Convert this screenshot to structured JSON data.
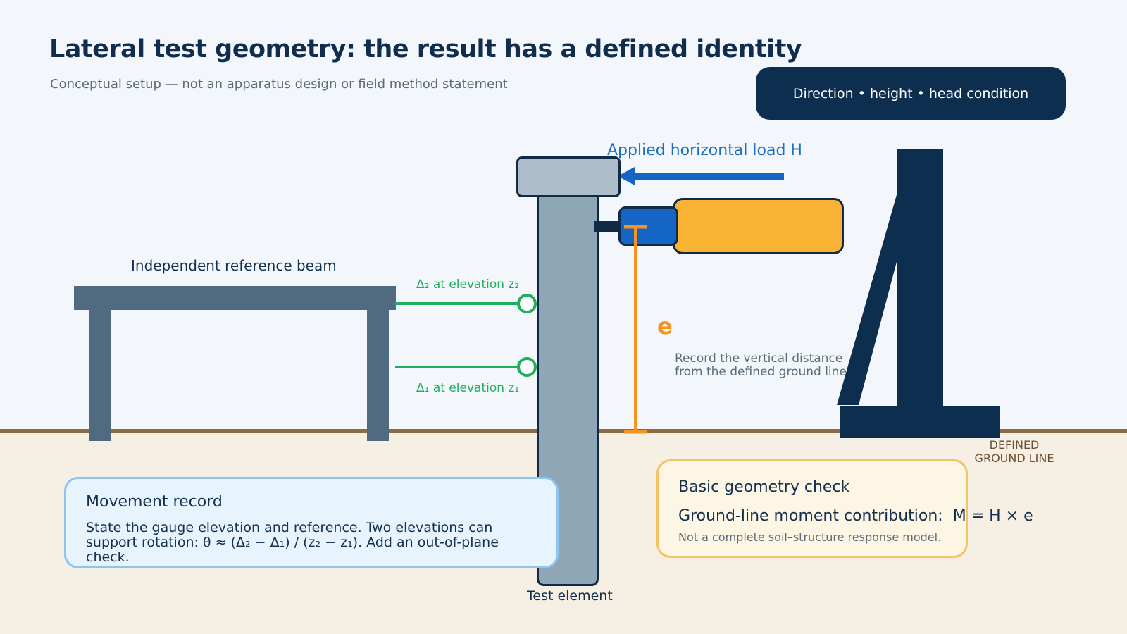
{
  "header": {
    "title": "Lateral test geometry: the result has a defined identity",
    "subtitle": "Conceptual setup — not an apparatus design or field method statement",
    "pill": "Direction • height • head condition"
  },
  "diagram": {
    "reference_beam_label": "Independent reference beam",
    "gauge_upper_label": "Δ₂ at elevation z₂",
    "gauge_lower_label": "Δ₁ at elevation z₁",
    "test_element_label": "Test element",
    "load_label": "Applied horizontal load H",
    "eccentricity_symbol": "e",
    "eccentricity_note": "Record the vertical distance\nfrom the defined ground line",
    "ground_label": "DEFINED\nGROUND LINE"
  },
  "movement_record": {
    "title": "Movement record",
    "text": "State the gauge elevation and reference. Two elevations can support rotation: θ ≈ (Δ₂ − Δ₁) / (z₂ − z₁). Add an out-of-plane check."
  },
  "geometry_check": {
    "title": "Basic geometry check",
    "formula_label": "Ground-line moment contribution:",
    "formula": "M = H × e",
    "note": "Not a complete soil–structure response model."
  },
  "colors": {
    "navy": "#0e2e50",
    "gauge_green": "#1fae5c",
    "load_blue": "#1b6ec2",
    "jack_orange": "#f8b334",
    "eccentricity_orange": "#f7941d",
    "ground_brown": "#8a6d46"
  }
}
